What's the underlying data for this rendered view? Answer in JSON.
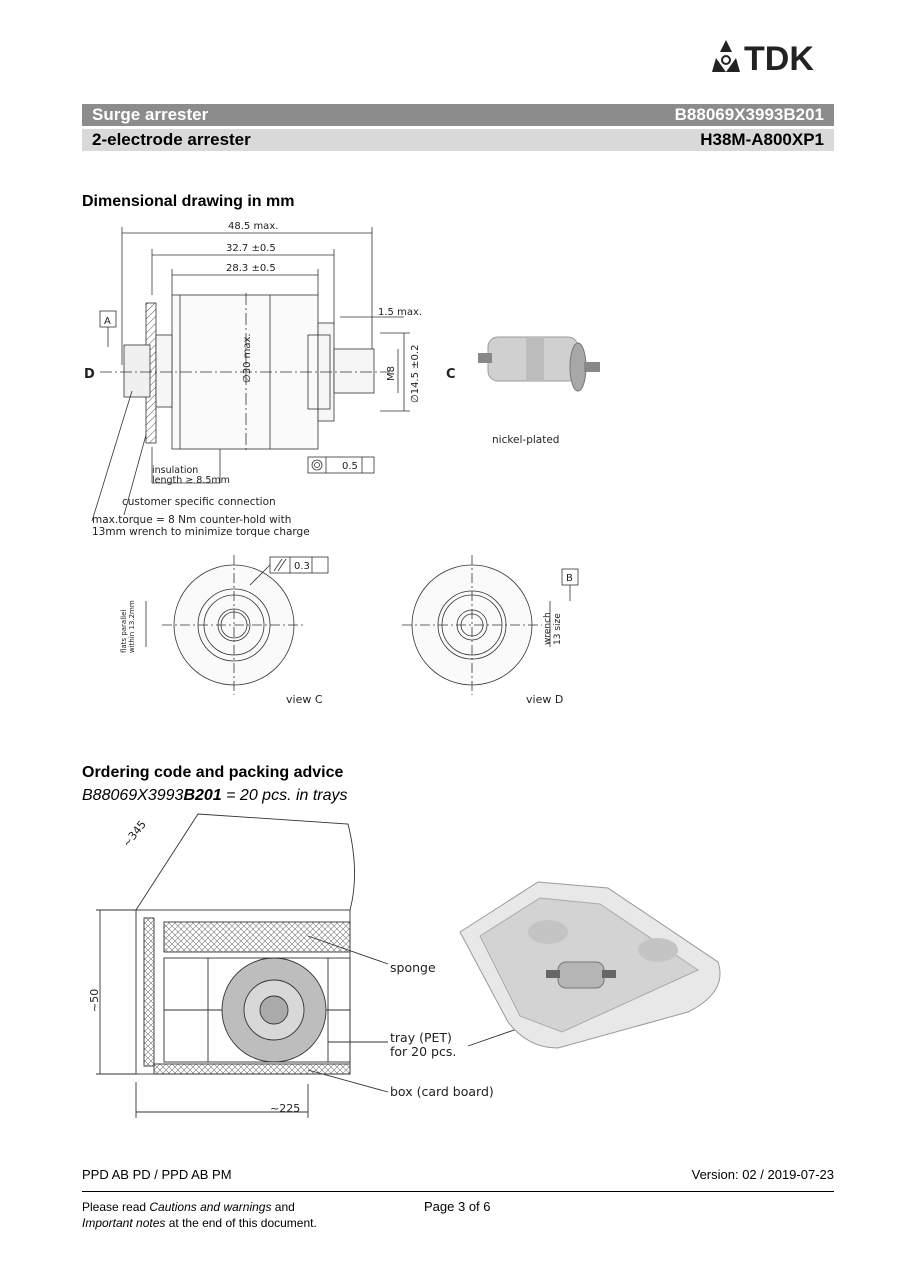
{
  "brand": {
    "logo_text": "TDK"
  },
  "header": {
    "product": "Surge arrester",
    "order_code": "B88069X3993B201",
    "type": "2-electrode arrester",
    "part": "H38M-A800XP1"
  },
  "section_drawing": {
    "title": "Dimensional drawing in mm",
    "labels": {
      "dim_overall": "48.5 max.",
      "dim_mid": "32.7 ±0.5",
      "dim_body": "28.3 ±0.5",
      "dim_flange": "1.5 max.",
      "dia_body": "∅30 max.",
      "thread": "M8",
      "dia_flange": "∅14.5 ±0.2",
      "datum_a": "A",
      "datum_b": "B",
      "view_c_marker": "C",
      "view_d_marker": "D",
      "tol_coax": "0.5",
      "tol_parallel": "0.3",
      "insulation_1": "insulation",
      "insulation_2": "length ≥ 8.5mm",
      "customer": "customer specific connection",
      "torque_1": "max.torque = 8 Nm  counter-hold with",
      "torque_2": "13mm wrench to minimize torque charge",
      "nickel": "nickel-plated",
      "flats_1": "flats parallel",
      "flats_2": "within 13.2mm",
      "wrench_1": "wrench",
      "wrench_2": "13 size",
      "view_c": "view C",
      "view_d": "view D"
    }
  },
  "section_ordering": {
    "title": "Ordering code and packing advice",
    "code_prefix": "B88069X3993",
    "code_bold": "B201",
    "code_suffix": " = 20 pcs. in trays",
    "labels": {
      "dim_345": "~345",
      "dim_50": "~50",
      "dim_225": "~225",
      "sponge": "sponge",
      "tray_1": "tray (PET)",
      "tray_2": "for 20 pcs.",
      "box": "box (card board)"
    }
  },
  "footer": {
    "left": "PPD AB PD / PPD AB PM",
    "right": "Version: 02 / 2019-07-23",
    "note_1a": "Please read ",
    "note_1b": "Cautions and warnings",
    "note_1c": " and",
    "note_2a": "Important notes",
    "note_2b": " at the end of this document.",
    "page": "Page 3 of 6"
  }
}
